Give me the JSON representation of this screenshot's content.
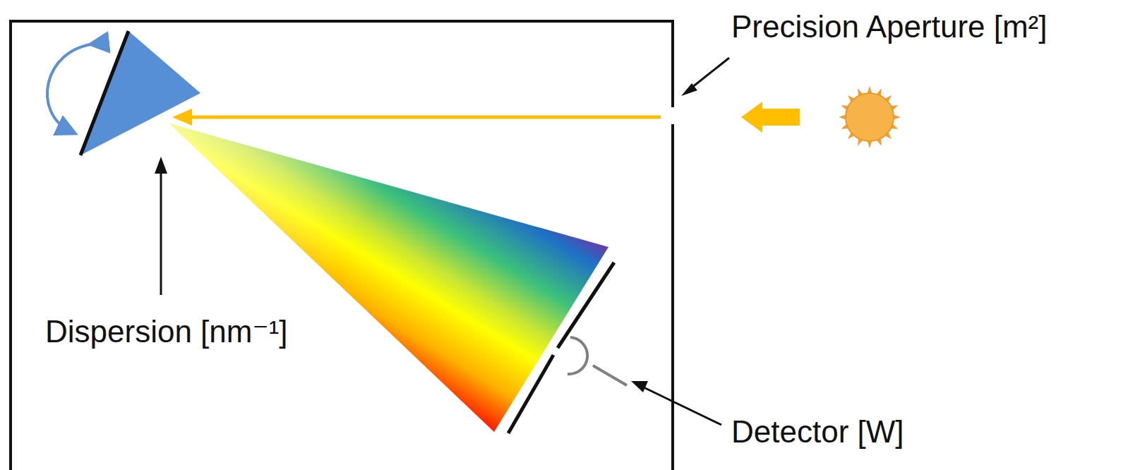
{
  "diagram": {
    "labels": [
      "Precision Aperture [m²]",
      "Dispersion [nm⁻¹]",
      "Detector [W]"
    ]
  }
}
